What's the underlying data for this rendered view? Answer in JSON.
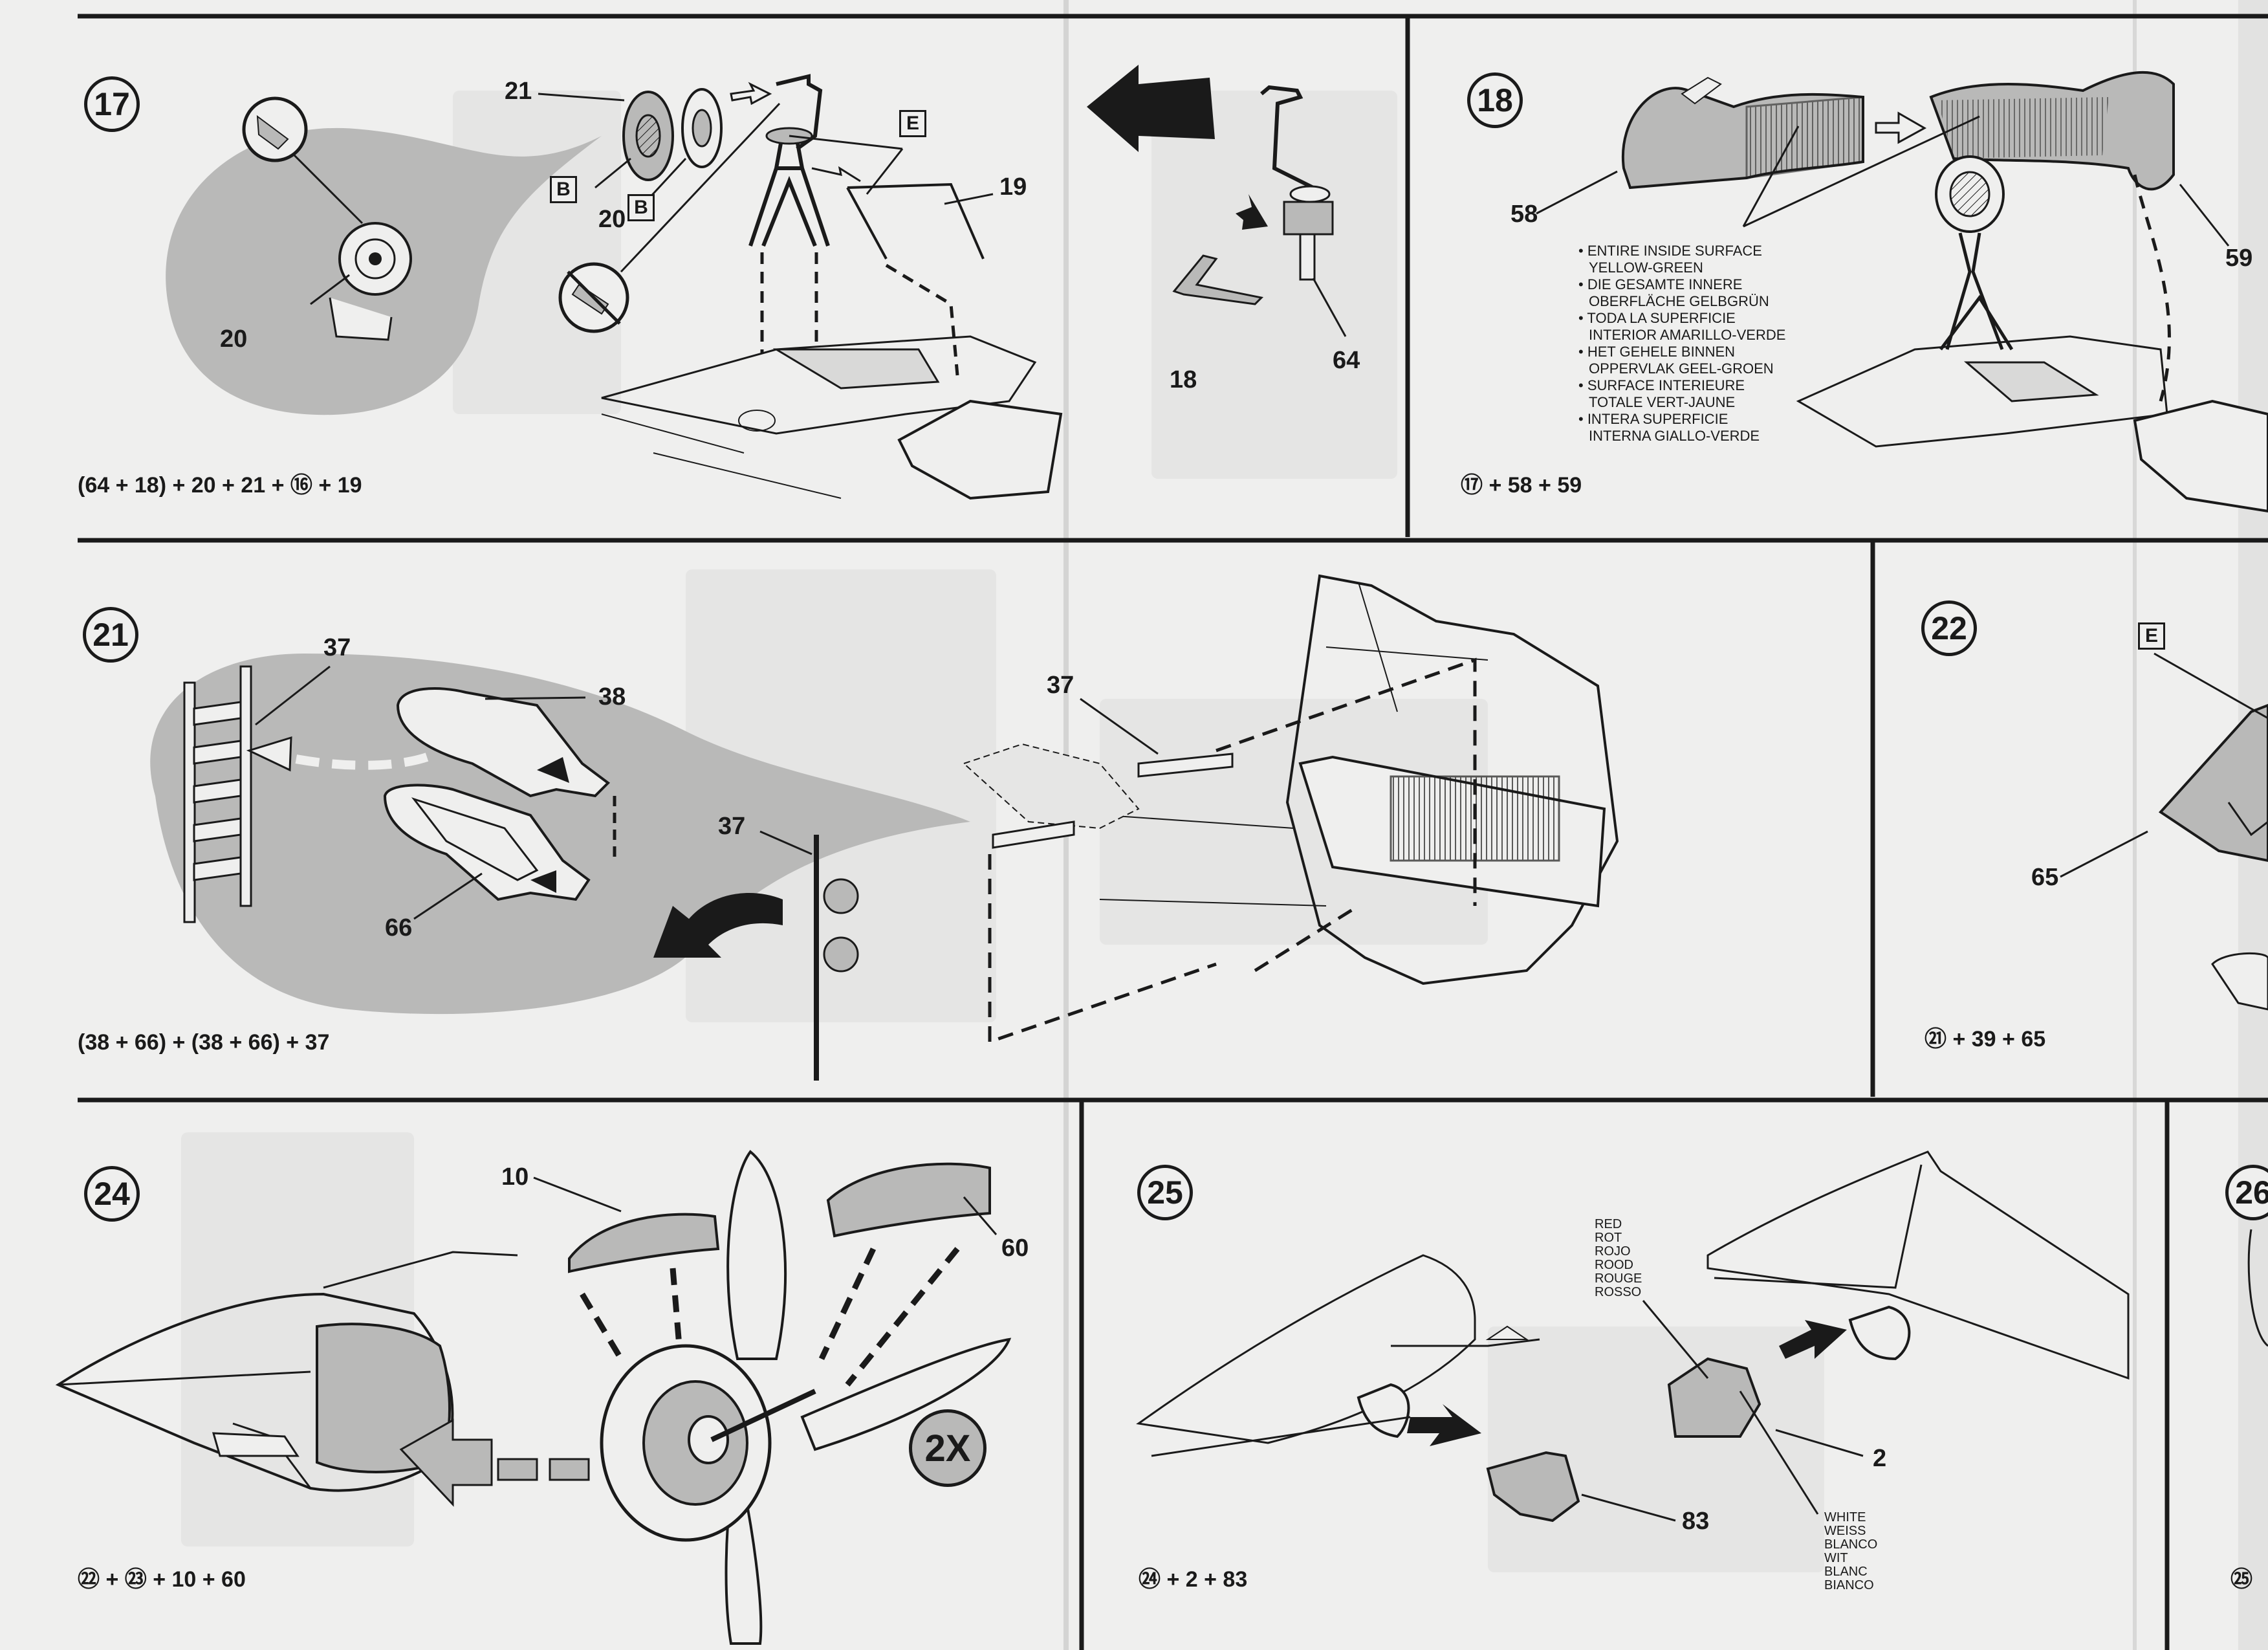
{
  "steps": {
    "s17": {
      "number": "17",
      "formula": "(64 + 18) + 20 + 21 + ⑯ + 19",
      "parts": {
        "p21": "21",
        "p20a": "20",
        "p20b": "20",
        "p19": "19",
        "p64": "64",
        "p18": "18"
      },
      "decal_b1": "B",
      "decal_b2": "B",
      "decal_e": "E"
    },
    "s18": {
      "number": "18",
      "formula": "⑰ + 58 + 59",
      "parts": {
        "p58": "58",
        "p59": "59"
      },
      "note_lines": [
        "• ENTIRE INSIDE SURFACE",
        "YELLOW-GREEN",
        "• DIE GESAMTE INNERE",
        "OBERFLÄCHE GELBGRÜN",
        "• TODA LA SUPERFICIE",
        "INTERIOR AMARILLO-VERDE",
        "• HET GEHELE BINNEN",
        "OPPERVLAK GEEL-GROEN",
        "• SURFACE INTERIEURE",
        "TOTALE VERT-JAUNE",
        "• INTERA SUPERFICIE",
        "INTERNA GIALLO-VERDE"
      ]
    },
    "s21": {
      "number": "21",
      "formula": "(38 + 66) + (38 + 66) + 37",
      "parts": {
        "p37a": "37",
        "p38": "38",
        "p66": "66",
        "p37b": "37",
        "p37c": "37"
      }
    },
    "s22": {
      "number": "22",
      "formula": "㉑ + 39 + 65",
      "parts": {
        "p65": "65"
      },
      "decal_e": "E"
    },
    "s24": {
      "number": "24",
      "formula": "㉒ + ㉓ + 10 + 60",
      "parts": {
        "p10": "10",
        "p60": "60"
      },
      "multiplier": "2X"
    },
    "s25": {
      "number": "25",
      "formula": "㉔ + 2 + 83",
      "parts": {
        "p2": "2",
        "p83": "83"
      },
      "red_lines": [
        "RED",
        "ROT",
        "ROJO",
        "ROOD",
        "ROUGE",
        "ROSSO"
      ],
      "white_lines": [
        "WHITE",
        "WEISS",
        "BLANCO",
        "WIT",
        "BLANC",
        "BIANCO"
      ]
    },
    "s26": {
      "number": "26",
      "formula": "㉕"
    }
  },
  "colors": {
    "ink": "#1a1a1a",
    "paper": "#efefee",
    "tone": "#b9b9b8",
    "ghost": "#d9d9d8"
  }
}
